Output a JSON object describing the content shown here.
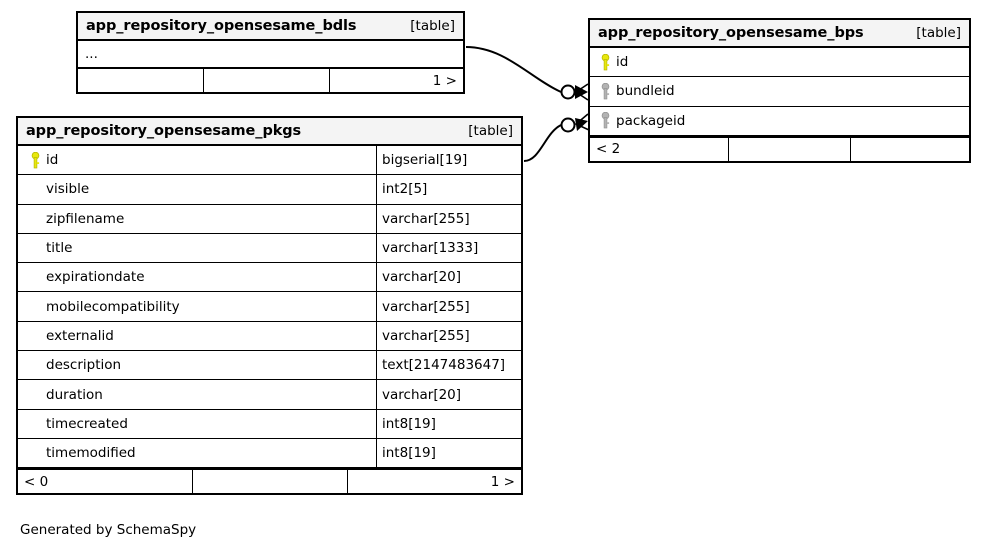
{
  "diagram": {
    "generator_note": "Generated by SchemaSpy",
    "table_kind_label": "[table]",
    "ellipsis": "...",
    "colors": {
      "primary_key": "#e8e80e",
      "foreign_key": "#b3b3b3",
      "header_bg": "#f4f4f4",
      "border": "#000000",
      "background": "#ffffff"
    }
  },
  "tables": [
    {
      "id": "bdls",
      "name": "app_repository_opensesame_bdls",
      "kind": "[table]",
      "truncated": true,
      "columns": [],
      "footer": [
        "",
        "",
        "1 >"
      ]
    },
    {
      "id": "bps",
      "name": "app_repository_opensesame_bps",
      "kind": "[table]",
      "truncated": false,
      "columns": [
        {
          "key": "primary",
          "name": "id",
          "type": ""
        },
        {
          "key": "foreign",
          "name": "bundleid",
          "type": ""
        },
        {
          "key": "foreign",
          "name": "packageid",
          "type": ""
        }
      ],
      "footer": [
        "< 2",
        "",
        ""
      ]
    },
    {
      "id": "pkgs",
      "name": "app_repository_opensesame_pkgs",
      "kind": "[table]",
      "truncated": false,
      "columns": [
        {
          "key": "primary",
          "name": "id",
          "type": "bigserial[19]"
        },
        {
          "key": "none",
          "name": "visible",
          "type": "int2[5]"
        },
        {
          "key": "none",
          "name": "zipfilename",
          "type": "varchar[255]"
        },
        {
          "key": "none",
          "name": "title",
          "type": "varchar[1333]"
        },
        {
          "key": "none",
          "name": "expirationdate",
          "type": "varchar[20]"
        },
        {
          "key": "none",
          "name": "mobilecompatibility",
          "type": "varchar[255]"
        },
        {
          "key": "none",
          "name": "externalid",
          "type": "varchar[255]"
        },
        {
          "key": "none",
          "name": "description",
          "type": "text[2147483647]"
        },
        {
          "key": "none",
          "name": "duration",
          "type": "varchar[20]"
        },
        {
          "key": "none",
          "name": "timecreated",
          "type": "int8[19]"
        },
        {
          "key": "none",
          "name": "timemodified",
          "type": "int8[19]"
        }
      ],
      "footer": [
        "< 0",
        "",
        "1 >"
      ]
    }
  ],
  "relationships": [
    {
      "id": "rel-bdls-bps",
      "from_table": "bdls",
      "to_table": "bps",
      "to_column": "bundleid",
      "from_cardinality": "one",
      "to_cardinality": "zero-or-many"
    },
    {
      "id": "rel-pkgs-bps",
      "from_table": "pkgs",
      "from_column": "id",
      "to_table": "bps",
      "to_column": "packageid",
      "from_cardinality": "one",
      "to_cardinality": "zero-or-many"
    }
  ]
}
